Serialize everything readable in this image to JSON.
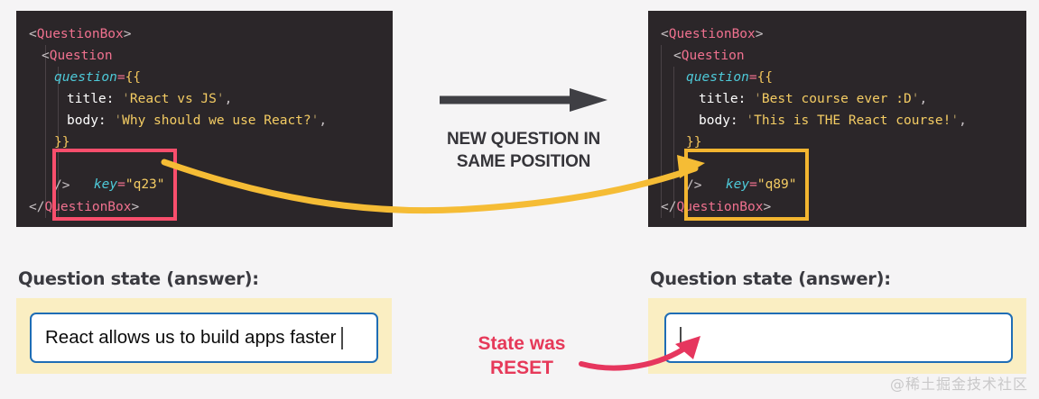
{
  "before": {
    "panel_bg": "#2b2629",
    "code": [
      {
        "indent": 0,
        "tokens": [
          {
            "t": "punct",
            "v": "<"
          },
          {
            "t": "tag",
            "v": "QuestionBox"
          },
          {
            "t": "punct",
            "v": ">"
          }
        ]
      },
      {
        "indent": 1,
        "tokens": [
          {
            "t": "punct",
            "v": "<"
          },
          {
            "t": "tag",
            "v": "Question"
          }
        ]
      },
      {
        "indent": 2,
        "tokens": [
          {
            "t": "attr",
            "v": "question"
          },
          {
            "t": "eq",
            "v": "="
          },
          {
            "t": "brace",
            "v": "{{"
          }
        ]
      },
      {
        "indent": 3,
        "tokens": [
          {
            "t": "prop",
            "v": "title:"
          },
          {
            "t": "quote",
            "v": " '"
          },
          {
            "t": "str",
            "v": "React vs JS"
          },
          {
            "t": "quote",
            "v": "'"
          },
          {
            "t": "comma",
            "v": ","
          }
        ]
      },
      {
        "indent": 3,
        "tokens": [
          {
            "t": "prop",
            "v": "body:"
          },
          {
            "t": "quote",
            "v": " '"
          },
          {
            "t": "str",
            "v": "Why should we use React?"
          },
          {
            "t": "quote",
            "v": "'"
          },
          {
            "t": "comma",
            "v": ","
          }
        ]
      },
      {
        "indent": 2,
        "tokens": [
          {
            "t": "brace",
            "v": "}}"
          }
        ]
      },
      {
        "indent": 2,
        "tokens": [
          {
            "t": "punct",
            "v": " "
          }
        ]
      },
      {
        "indent": 2,
        "tokens": [
          {
            "t": "punct",
            "v": "/>"
          }
        ]
      },
      {
        "indent": 0,
        "tokens": [
          {
            "t": "punct",
            "v": "</"
          },
          {
            "t": "tag",
            "v": "QuestionBox"
          },
          {
            "t": "punct",
            "v": ">"
          }
        ]
      }
    ],
    "key_attr": {
      "name": "key",
      "eq": "=",
      "value": "\"q23\"",
      "border_color": "#f94e6c"
    },
    "state_label": "Question state (answer):",
    "answer_value": "React allows us to build apps faster"
  },
  "after": {
    "panel_bg": "#2b2629",
    "code": [
      {
        "indent": 0,
        "tokens": [
          {
            "t": "punct",
            "v": "<"
          },
          {
            "t": "tag",
            "v": "QuestionBox"
          },
          {
            "t": "punct",
            "v": ">"
          }
        ]
      },
      {
        "indent": 1,
        "tokens": [
          {
            "t": "punct",
            "v": "<"
          },
          {
            "t": "tag",
            "v": "Question"
          }
        ]
      },
      {
        "indent": 2,
        "tokens": [
          {
            "t": "attr",
            "v": "question"
          },
          {
            "t": "eq",
            "v": "="
          },
          {
            "t": "brace",
            "v": "{{"
          }
        ]
      },
      {
        "indent": 3,
        "tokens": [
          {
            "t": "prop",
            "v": "title:"
          },
          {
            "t": "quote",
            "v": " '"
          },
          {
            "t": "str",
            "v": "Best course ever :D"
          },
          {
            "t": "quote",
            "v": "'"
          },
          {
            "t": "comma",
            "v": ","
          }
        ]
      },
      {
        "indent": 3,
        "tokens": [
          {
            "t": "prop",
            "v": "body:"
          },
          {
            "t": "quote",
            "v": " '"
          },
          {
            "t": "str",
            "v": "This is THE React course!"
          },
          {
            "t": "quote",
            "v": "'"
          },
          {
            "t": "comma",
            "v": ","
          }
        ]
      },
      {
        "indent": 2,
        "tokens": [
          {
            "t": "brace",
            "v": "}}"
          }
        ]
      },
      {
        "indent": 2,
        "tokens": [
          {
            "t": "punct",
            "v": " "
          }
        ]
      },
      {
        "indent": 2,
        "tokens": [
          {
            "t": "punct",
            "v": "/>"
          }
        ]
      },
      {
        "indent": 0,
        "tokens": [
          {
            "t": "punct",
            "v": "</"
          },
          {
            "t": "tag",
            "v": "QuestionBox"
          },
          {
            "t": "punct",
            "v": ">"
          }
        ]
      }
    ],
    "key_attr": {
      "name": "key",
      "eq": "=",
      "value": "\"q89\"",
      "border_color": "#f3b530"
    },
    "state_label": "Question state (answer):",
    "answer_value": ""
  },
  "transition": {
    "caption_line1": "NEW QUESTION IN",
    "caption_line2": "SAME POSITION",
    "arrow_color": "#3f3f44",
    "key_link_color": "#f5bc35"
  },
  "reset_note": {
    "line1": "State was",
    "line2": "RESET",
    "color": "#e63959",
    "arrow_color": "#e6365e"
  },
  "watermark": "@稀土掘金技术社区",
  "theme": {
    "page_bg": "#f5f4f5",
    "well_bg": "#faeec2",
    "input_border": "#1f6db5"
  }
}
